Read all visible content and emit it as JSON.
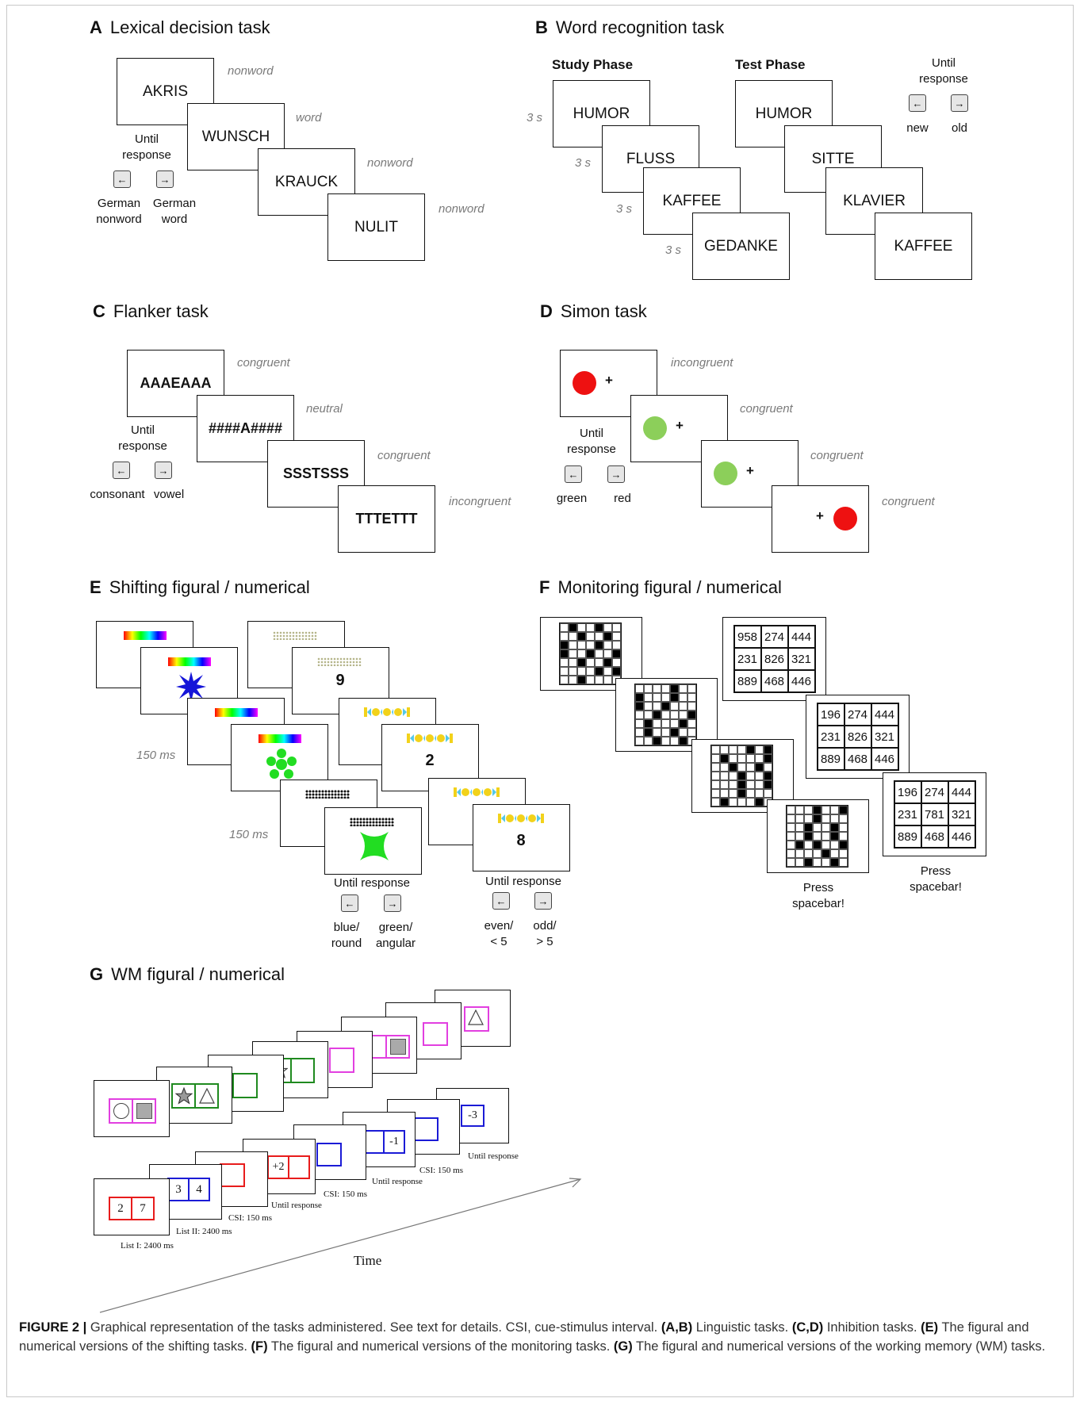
{
  "panels": {
    "A": {
      "letter": "A",
      "title": "Lexical decision task",
      "words": [
        "AKRIS",
        "WUNSCH",
        "KRAUCK",
        "NULIT"
      ],
      "conditions": [
        "nonword",
        "word",
        "nonword",
        "nonword"
      ],
      "until": "Until",
      "response": "response",
      "key_left": "←",
      "key_right": "→",
      "left_label_1": "German",
      "left_label_2": "nonword",
      "right_label_1": "German",
      "right_label_2": "word"
    },
    "B": {
      "letter": "B",
      "title": "Word recognition task",
      "study_heading": "Study Phase",
      "test_heading": "Test Phase",
      "study_words": [
        "HUMOR",
        "FLUSS",
        "KAFFEE",
        "GEDANKE"
      ],
      "test_words": [
        "HUMOR",
        "SITTE",
        "KLAVIER",
        "KAFFEE"
      ],
      "durations": [
        "3 s",
        "3 s",
        "3 s",
        "3 s"
      ],
      "until": "Until",
      "response": "response",
      "key_left": "←",
      "key_right": "→",
      "left_label": "new",
      "right_label": "old"
    },
    "C": {
      "letter": "C",
      "title": "Flanker task",
      "stimuli": [
        "AAAEAAA",
        "####A####",
        "SSSTSSS",
        "TTTETTT"
      ],
      "conditions": [
        "congruent",
        "neutral",
        "congruent",
        "incongruent"
      ],
      "until": "Until",
      "response": "response",
      "key_left": "←",
      "key_right": "→",
      "left_label": "consonant",
      "right_label": "vowel"
    },
    "D": {
      "letter": "D",
      "title": "Simon task",
      "conditions": [
        "incongruent",
        "congruent",
        "congruent",
        "congruent"
      ],
      "fixation": "+",
      "colors": {
        "red": "#ee1111",
        "green": "#8ccf5a"
      },
      "until": "Until",
      "response": "response",
      "key_left": "←",
      "key_right": "→",
      "left_label": "green",
      "right_label": "red"
    },
    "E": {
      "letter": "E",
      "title": "Shifting figural / numerical",
      "digits": [
        "9",
        "2",
        "8"
      ],
      "durations": [
        "150 ms",
        "150 ms"
      ],
      "fig_response": "Until response",
      "num_response": "Until response",
      "key_left": "←",
      "key_right": "→",
      "fig_left_1": "blue/",
      "fig_left_2": "round",
      "fig_right_1": "green/",
      "fig_right_2": "angular",
      "num_left_1": "even/",
      "num_left_2": "< 5",
      "num_right_1": "odd/",
      "num_right_2": "> 5",
      "colors": {
        "blue_star": "#1515d8",
        "green_shape": "#22dd22",
        "cue_yellow": "#f2d21b",
        "cue_cyan": "#55c8e8"
      }
    },
    "F": {
      "letter": "F",
      "title": "Monitoring figural / numerical",
      "numeric_grids": [
        [
          "958",
          "274",
          "444",
          "231",
          "826",
          "321",
          "889",
          "468",
          "446"
        ],
        [
          "196",
          "274",
          "444",
          "231",
          "826",
          "321",
          "889",
          "468",
          "446"
        ],
        [
          "196",
          "274",
          "444",
          "231",
          "781",
          "321",
          "889",
          "468",
          "446"
        ]
      ],
      "press_fig_1": "Press",
      "press_fig_2": "spacebar!",
      "press_num_1": "Press",
      "press_num_2": "spacebar!"
    },
    "G": {
      "letter": "G",
      "title": "WM figural / numerical",
      "numbers": {
        "list1": [
          "2",
          "7"
        ],
        "list2": [
          "3",
          "4"
        ],
        "update1": "+2",
        "update2": "-1",
        "update3": "-3"
      },
      "timings": {
        "list1": "List I: 2400 ms",
        "list2": "List II: 2400 ms",
        "csi1": "CSI: 150 ms",
        "until1": "Until response",
        "csi2": "CSI: 150 ms",
        "until2": "Until response",
        "csi3": "CSI: 150 ms",
        "until3": "Until response"
      },
      "time_label": "Time",
      "colors": {
        "magenta": "#e23fe0",
        "green": "#1f8a1f",
        "red": "#e81c1c",
        "blue": "#1b1bd6"
      }
    }
  },
  "caption": {
    "label": "FIGURE 2 |",
    "text_1": " Graphical representation of the tasks administered. See text for details. CSI, cue-stimulus interval. ",
    "ab": "(A,B)",
    "text_ab": " Linguistic tasks. ",
    "cd": "(C,D)",
    "text_cd": " Inhibition tasks. ",
    "e": "(E)",
    "text_e": " The figural and numerical versions of the shifting tasks. ",
    "f": "(F)",
    "text_f": " The figural and numerical versions of the monitoring tasks. ",
    "g": "(G)",
    "text_g": " The figural and numerical versions of the working memory (WM) tasks."
  }
}
